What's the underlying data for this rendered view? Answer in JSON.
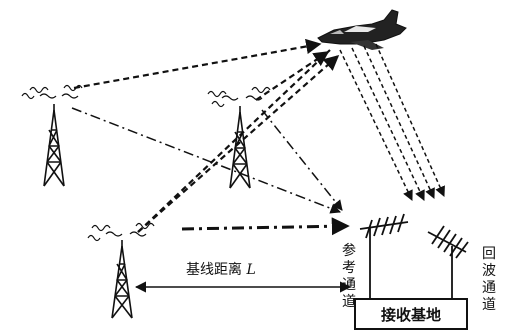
{
  "labels": {
    "reference_channel": "参考通道",
    "echo_channel": "回波通道",
    "baseline_text": "基线距离",
    "baseline_symbol": "L",
    "receiving_station": "接收基地"
  }
}
